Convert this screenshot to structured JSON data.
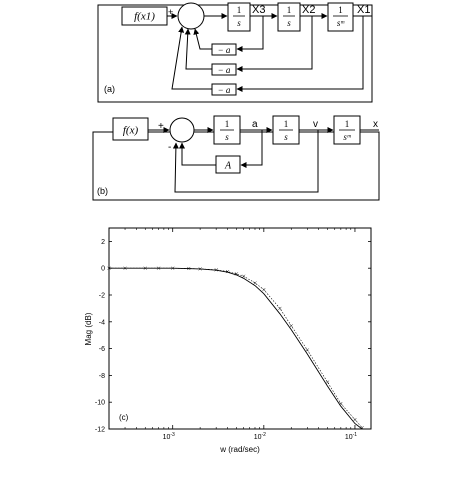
{
  "panel_a": {
    "label": "(a)",
    "input_block": "f(x1)",
    "sum_plus": "+",
    "integrator_num": "1",
    "integrator_den": "s",
    "final_den": "sᵐ",
    "signal_x3": "X3",
    "signal_x2": "X2",
    "signal_x1": "X1",
    "feedback_gain": "− a"
  },
  "panel_b": {
    "label": "(b)",
    "input_block": "f(x)",
    "sum_plus": "+",
    "sum_minus": "-",
    "integrator_num": "1",
    "integrator_den": "s",
    "final_den": "sᵐ",
    "signal_a": "a",
    "signal_v": "v",
    "signal_x": "x",
    "feedback_gain": "A"
  },
  "panel_c": {
    "label": "(c)",
    "xlabel": "w (rad/sec)",
    "ylabel": "Mag (dB)"
  },
  "chart_data": {
    "type": "line",
    "xlabel": "w (rad/sec)",
    "ylabel": "Mag (dB)",
    "x_scale": "log",
    "xlim": [
      0.0002,
      0.15
    ],
    "ylim": [
      -12,
      3
    ],
    "x_ticks": [
      {
        "value": 0.001,
        "base": "10",
        "exp": "-3"
      },
      {
        "value": 0.01,
        "base": "10",
        "exp": "-2"
      },
      {
        "value": 0.1,
        "base": "10",
        "exp": "-1"
      }
    ],
    "y_ticks": [
      "2",
      "0",
      "-2",
      "-4",
      "-6",
      "-8",
      "-10",
      "-12"
    ],
    "grid": false,
    "series": [
      {
        "style": "solid",
        "x": [
          0.0002,
          0.0005,
          0.001,
          0.002,
          0.003,
          0.004,
          0.005,
          0.006,
          0.008,
          0.01,
          0.015,
          0.02,
          0.03,
          0.05,
          0.07,
          0.1,
          0.12
        ],
        "y": [
          0,
          0,
          0,
          -0.05,
          -0.15,
          -0.3,
          -0.5,
          -0.75,
          -1.3,
          -1.9,
          -3.4,
          -4.6,
          -6.4,
          -8.8,
          -10.3,
          -11.6,
          -12
        ]
      },
      {
        "style": "dotted-marker",
        "x": [
          0.0002,
          0.0003,
          0.0005,
          0.0007,
          0.001,
          0.0015,
          0.002,
          0.003,
          0.004,
          0.005,
          0.006,
          0.008,
          0.01,
          0.015,
          0.02,
          0.03,
          0.05,
          0.07,
          0.1,
          0.12
        ],
        "y": [
          0,
          0,
          0,
          0,
          0,
          -0.02,
          -0.05,
          -0.12,
          -0.25,
          -0.42,
          -0.6,
          -1.1,
          -1.6,
          -3.0,
          -4.3,
          -6.1,
          -8.5,
          -10.1,
          -11.3,
          -11.9
        ]
      }
    ]
  }
}
